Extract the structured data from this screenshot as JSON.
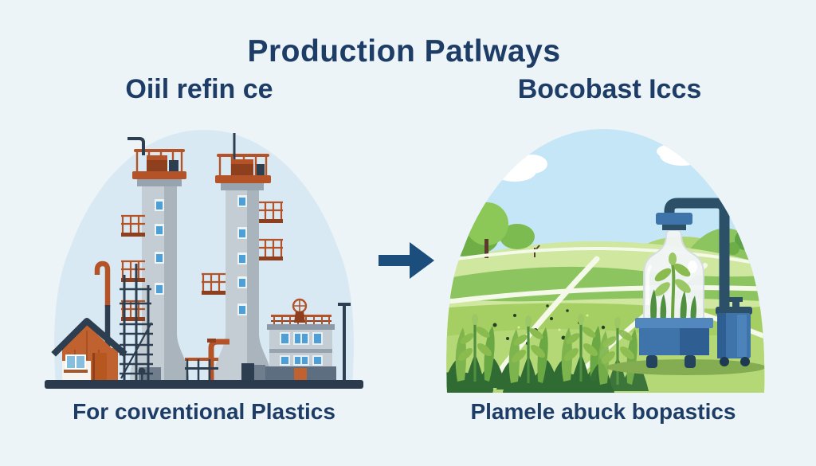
{
  "header": {
    "title": "Production Patlways"
  },
  "panels": {
    "left": {
      "title": "Oiil refin ce",
      "caption": "For coıventional Plastics",
      "depicts": "oil refinery: two gray distillation towers with rust railings, small house, scaffolding, factory building on dark ground line inside light blue circle"
    },
    "right": {
      "title": "Bocobast Iccs",
      "caption": "Plamele abuck bopastics",
      "depicts": "green farm landscape: sky, clouds, trees, white field paths, crop plants, glass bioreactor bottle with plant on blue cart, navy pipe to blue tank"
    }
  },
  "arrow": {
    "icon": "arrow-right-icon",
    "direction": "right"
  },
  "palette": {
    "bg": "#edf4f7",
    "ink": "#1d3c66",
    "arrow": "#1b4e7c",
    "circle_blue": "#d9e9f4",
    "ground": "#2b3a4d",
    "tower_gray": "#c5cdd4",
    "tower_shade": "#aab4bd",
    "rust": "#b35327",
    "rust_dark": "#8d3f1e",
    "navy": "#2c3e50",
    "window_blue": "#4e9fd6",
    "house_orange": "#c0622f",
    "wall_white": "#f6f3ee",
    "sky": "#c5e6f7",
    "field_light": "#cfe79f",
    "field_mid": "#a6cf63",
    "field_band": "#8cc45f",
    "field_fore": "#b5d877",
    "grass_dark": "#2f6b33",
    "leaf": "#7db44d",
    "reactor_blue": "#3f74ab",
    "reactor_dark": "#2f5e92",
    "pipe_navy": "#2b5068",
    "glass": "#f2f5f7",
    "path_white": "#f4f9ea"
  }
}
